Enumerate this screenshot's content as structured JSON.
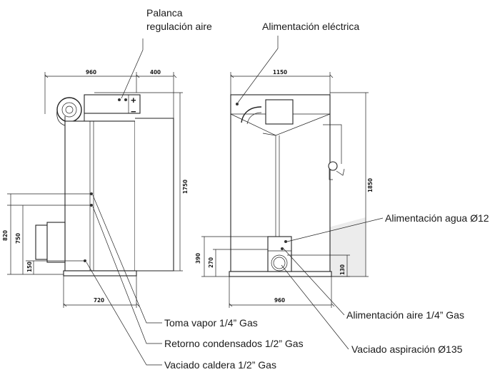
{
  "labels": {
    "palanca_line1": "Palanca",
    "palanca_line2": "regulación aire",
    "alim_electrica": "Alimentación eléctrica",
    "alim_agua": "Alimentación agua Ø12",
    "alim_aire": "Alimentación aire 1/4” Gas",
    "vaciado_aspiracion": "Vaciado aspiración Ø135",
    "toma_vapor": "Toma vapor 1/4” Gas",
    "retorno_condensados": "Retorno condensados 1/2” Gas",
    "vaciado_caldera": "Vaciado caldera 1/2” Gas"
  },
  "dimensions": {
    "side_width": "960",
    "side_front": "400",
    "side_height": "1750",
    "side_820": "820",
    "side_750": "750",
    "side_150": "150",
    "side_base": "720",
    "front_width": "1150",
    "front_height": "1850",
    "front_390": "390",
    "front_270": "270",
    "front_130": "130",
    "front_base": "960"
  },
  "symbols": {
    "plus": "+",
    "minus": "−"
  },
  "icons": {
    "fan": "fan-icon",
    "lever": "lever-icon"
  }
}
